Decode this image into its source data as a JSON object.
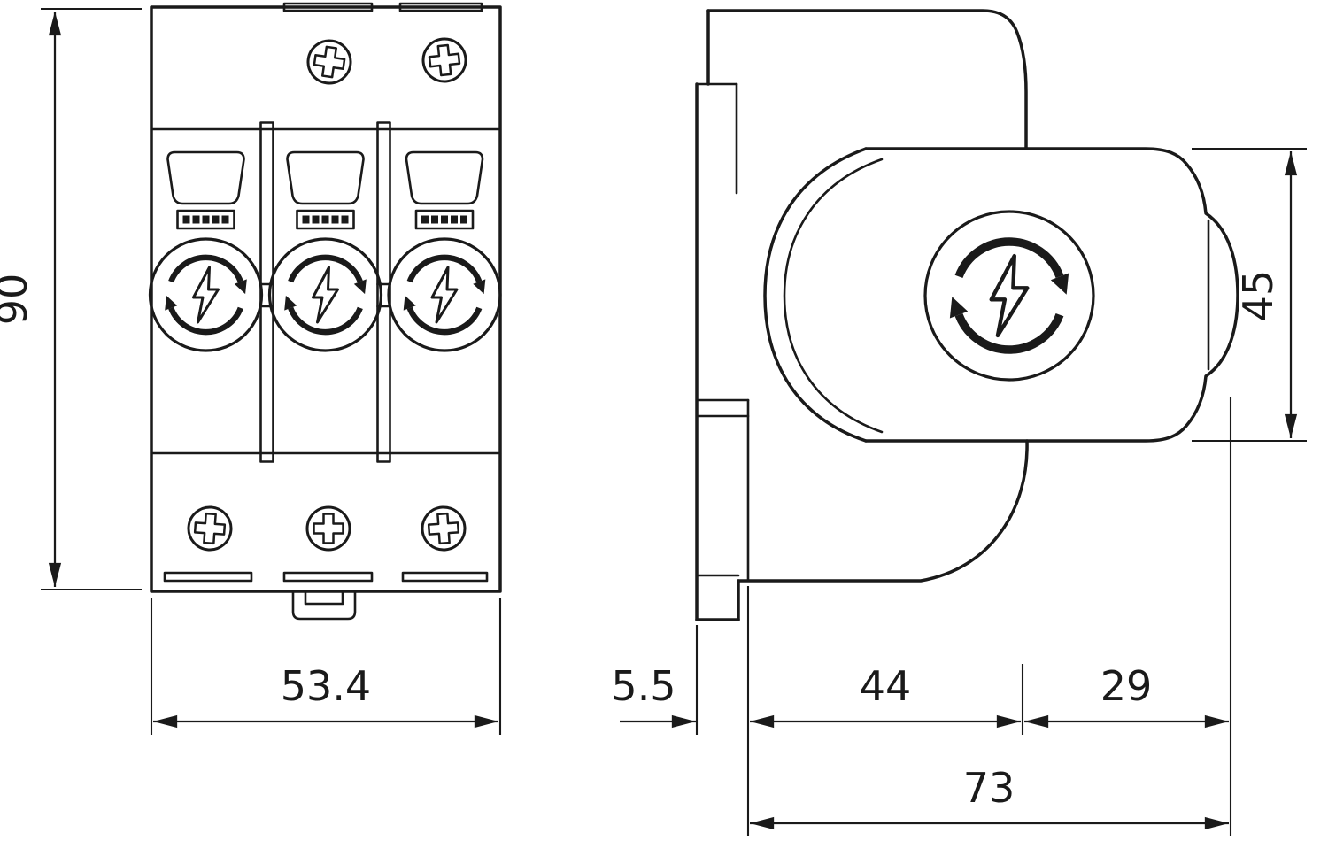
{
  "drawing": {
    "background": "#ffffff",
    "line_color": "#1a1a1a"
  },
  "icons": {
    "logo": "surge-lightning-circular-arrows-icon",
    "screw": "phillips-screw-icon"
  },
  "dimensions": {
    "front_height": "90",
    "front_width": "53.4",
    "side_offset": "5.5",
    "side_base_depth": "44",
    "side_front_depth": "29",
    "side_total_depth": "73",
    "side_module_height": "45"
  }
}
